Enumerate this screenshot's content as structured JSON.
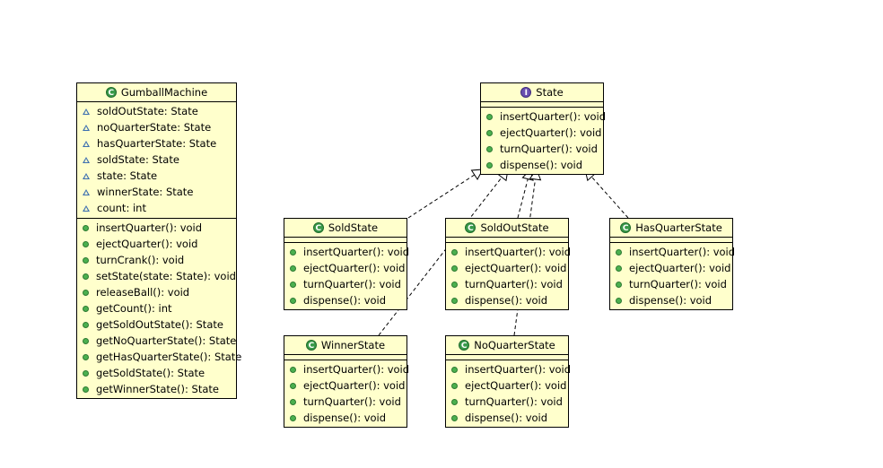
{
  "classes": [
    {
      "id": "gumball",
      "name": "GumballMachine",
      "kind": "class",
      "attributes": [
        "soldOutState: State",
        "noQuarterState: State",
        "hasQuarterState: State",
        "soldState: State",
        "state: State",
        "winnerState: State",
        "count: int"
      ],
      "methods": [
        "insertQuarter(): void",
        "ejectQuarter(): void",
        "turnCrank(): void",
        "setState(state: State): void",
        "releaseBall(): void",
        "getCount(): int",
        "getSoldOutState(): State",
        "getNoQuarterState(): State",
        "getHasQuarterState(): State",
        "getSoldState(): State",
        "getWinnerState(): State"
      ]
    },
    {
      "id": "state",
      "name": "State",
      "kind": "interface",
      "attributes": [],
      "methods": [
        "insertQuarter(): void",
        "ejectQuarter(): void",
        "turnQuarter(): void",
        "dispense(): void"
      ]
    },
    {
      "id": "sold",
      "name": "SoldState",
      "kind": "class",
      "attributes": [],
      "methods": [
        "insertQuarter(): void",
        "ejectQuarter(): void",
        "turnQuarter(): void",
        "dispense(): void"
      ]
    },
    {
      "id": "soldout",
      "name": "SoldOutState",
      "kind": "class",
      "attributes": [],
      "methods": [
        "insertQuarter(): void",
        "ejectQuarter(): void",
        "turnQuarter(): void",
        "dispense(): void"
      ]
    },
    {
      "id": "hasquarter",
      "name": "HasQuarterState",
      "kind": "class",
      "attributes": [],
      "methods": [
        "insertQuarter(): void",
        "ejectQuarter(): void",
        "turnQuarter(): void",
        "dispense(): void"
      ]
    },
    {
      "id": "winner",
      "name": "WinnerState",
      "kind": "class",
      "attributes": [],
      "methods": [
        "insertQuarter(): void",
        "ejectQuarter(): void",
        "turnQuarter(): void",
        "dispense(): void"
      ]
    },
    {
      "id": "noquarter",
      "name": "NoQuarterState",
      "kind": "class",
      "attributes": [],
      "methods": [
        "insertQuarter(): void",
        "ejectQuarter(): void",
        "turnQuarter(): void",
        "dispense(): void"
      ]
    }
  ],
  "relations": [
    {
      "type": "realization",
      "from": "sold",
      "to": "state"
    },
    {
      "type": "realization",
      "from": "soldout",
      "to": "state"
    },
    {
      "type": "realization",
      "from": "hasquarter",
      "to": "state"
    },
    {
      "type": "realization",
      "from": "winner",
      "to": "state"
    },
    {
      "type": "realization",
      "from": "noquarter",
      "to": "state"
    }
  ],
  "colors": {
    "class_fill": "#ffffcc",
    "class_badge": "#3a9a4a",
    "interface_badge": "#6a4fb0",
    "method_dot": "#4bb04f",
    "attribute_marker": "#3d6fb0"
  },
  "icons": {
    "class": "class-icon",
    "interface": "interface-icon",
    "method": "public-method-icon",
    "attribute": "package-attribute-icon"
  }
}
